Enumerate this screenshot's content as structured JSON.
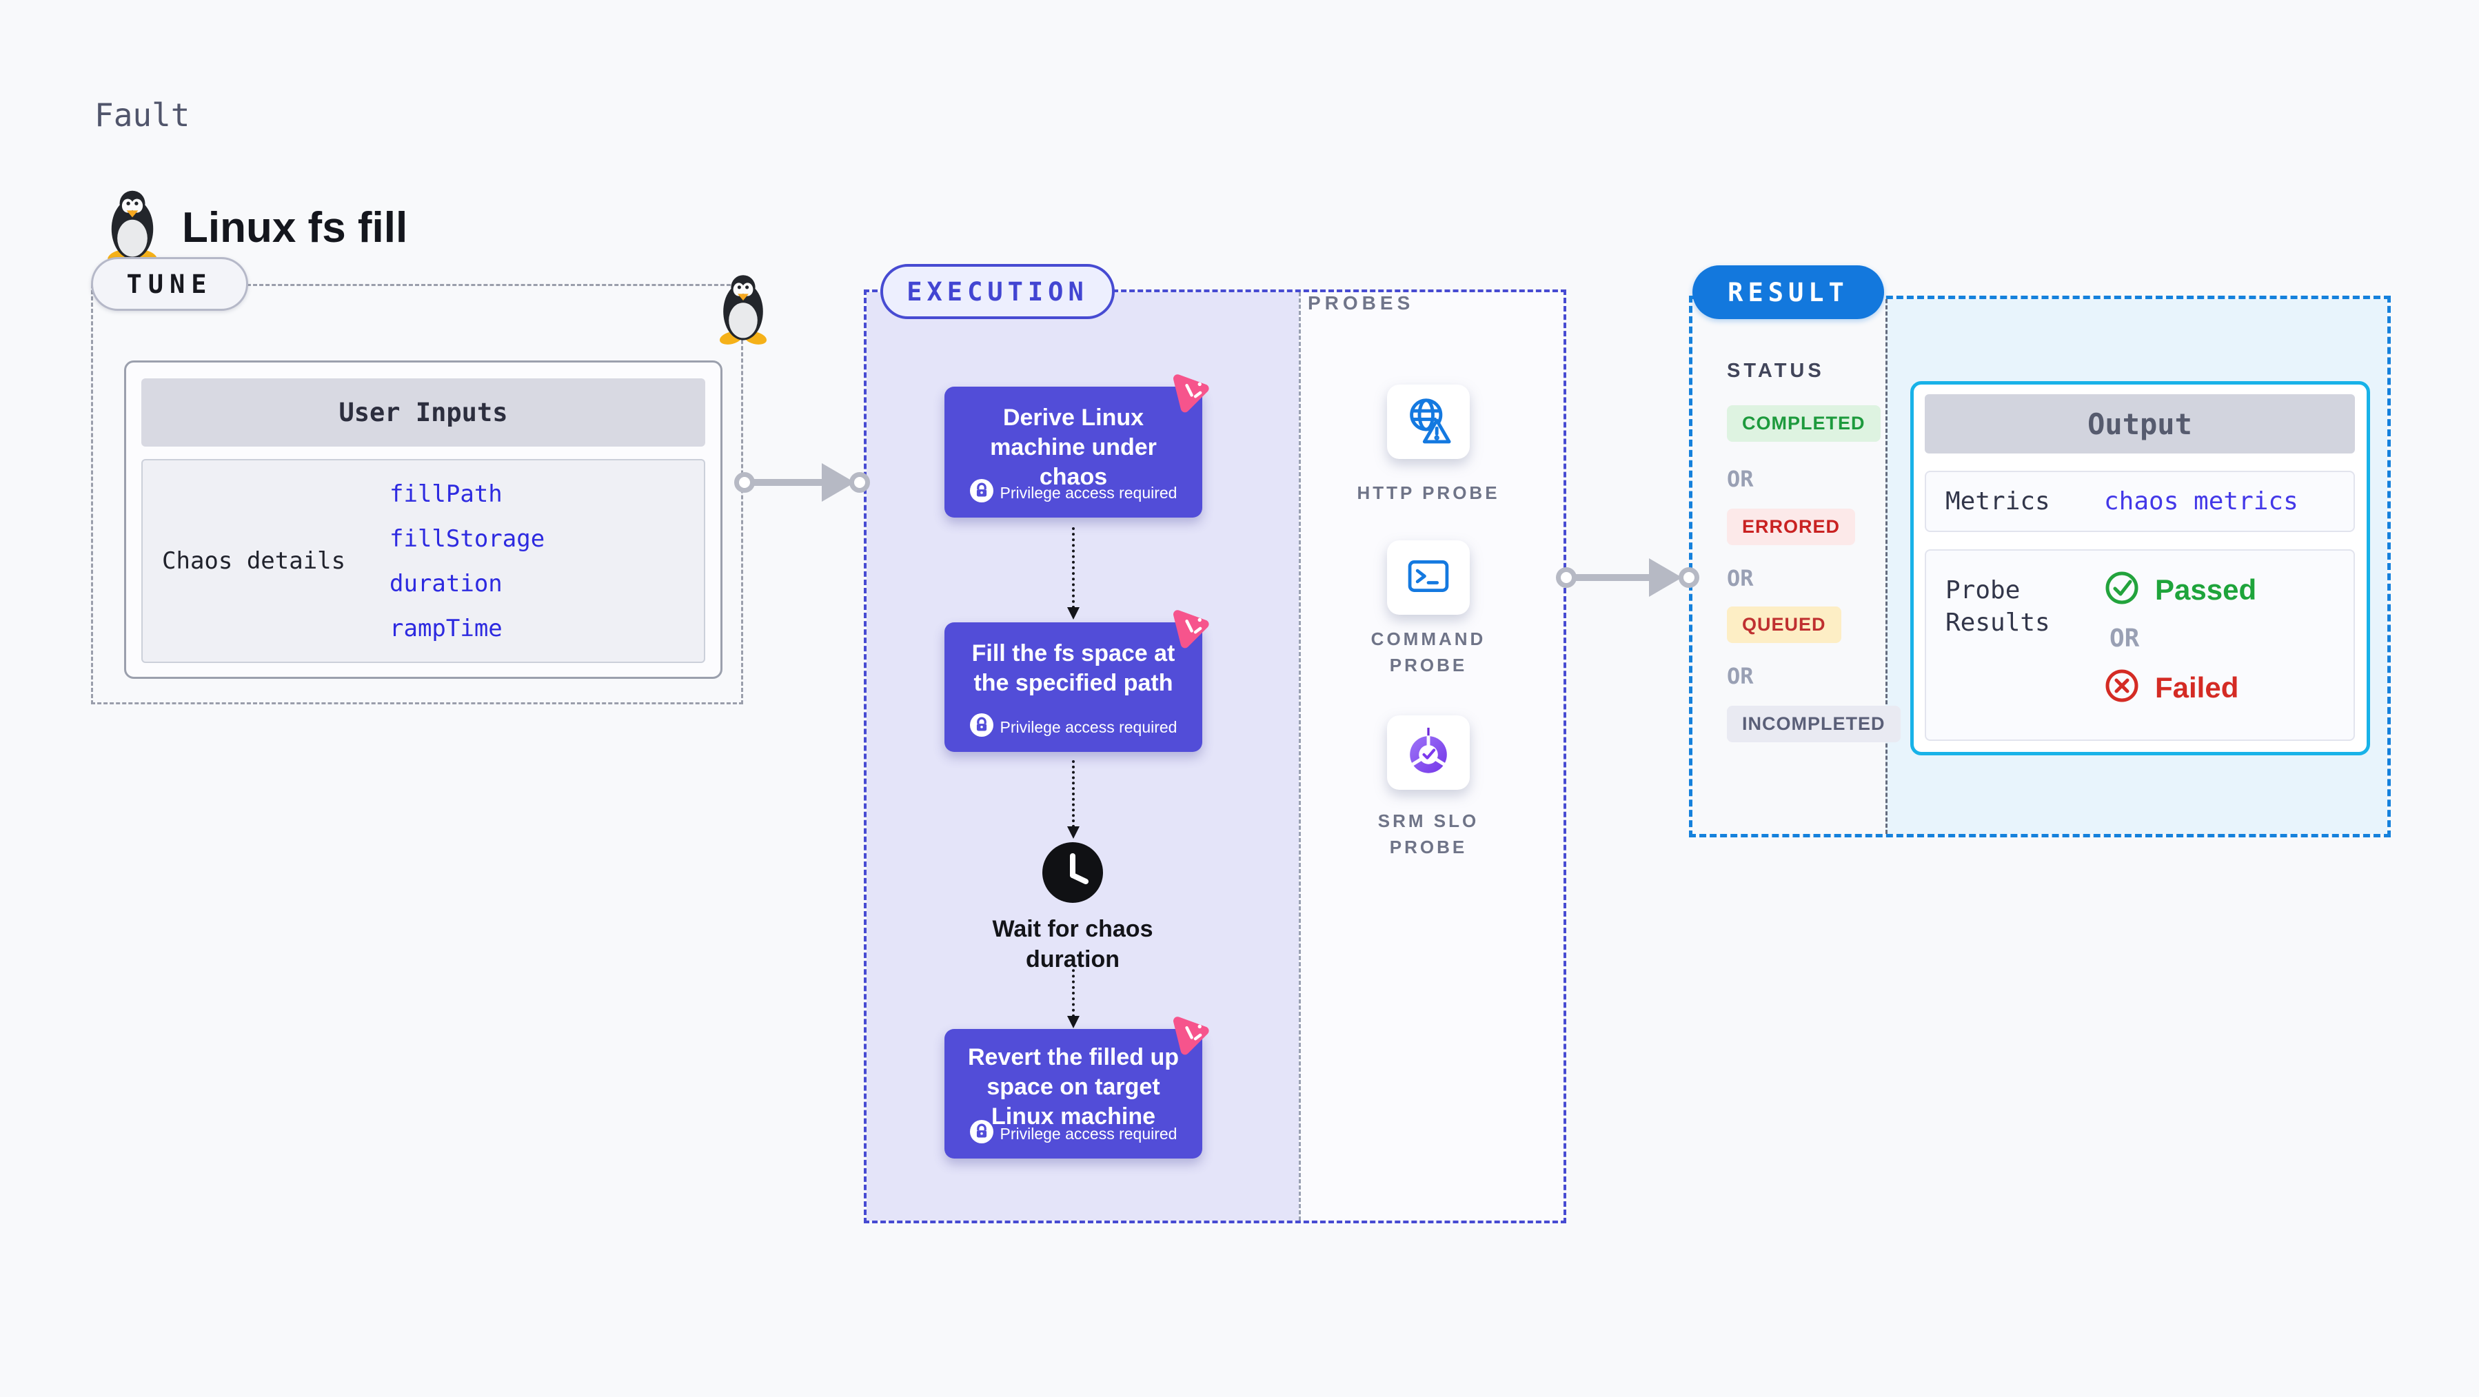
{
  "colors": {
    "page_bg": "#f8f9fb",
    "accent_indigo": "#474bd2",
    "accent_blue": "#1378dd",
    "accent_cyan": "#18b2e8",
    "step_card_bg": "#524dd8",
    "chaos_badge_pink": "#f6548c",
    "probe_icon_blue": "#1479e0",
    "param_blue": "#2d2ae0",
    "metrics_value_blue": "#4338e8",
    "completed_green": "#1d9a3d",
    "errored_red": "#c92222",
    "queued_red": "#bf3030",
    "incompleted_gray": "#5a5f78",
    "passed_green": "#22a33c",
    "failed_red": "#d42b24"
  },
  "header": {
    "category": "Fault",
    "title": "Linux fs fill"
  },
  "tune": {
    "pill": "TUNE",
    "table": {
      "title": "User Inputs",
      "row_label": "Chaos details",
      "params": [
        "fillPath",
        "fillStorage",
        "duration",
        "rampTime"
      ]
    }
  },
  "execution": {
    "pill": "EXECUTION",
    "steps": [
      {
        "title": "Derive Linux machine under chaos",
        "note": "Privilege access required"
      },
      {
        "title": "Fill the fs space at the specified path",
        "note": "Privilege access required"
      },
      {
        "title": "Revert the filled up space on target Linux machine",
        "note": "Privilege access required"
      }
    ],
    "wait_label": "Wait for chaos duration"
  },
  "probes": {
    "title": "PROBES",
    "items": [
      {
        "label": "HTTP PROBE"
      },
      {
        "label": "COMMAND PROBE"
      },
      {
        "label": "SRM SLO PROBE"
      }
    ]
  },
  "result": {
    "pill": "RESULT",
    "status_title": "STATUS",
    "or": "OR",
    "statuses": [
      "COMPLETED",
      "ERRORED",
      "QUEUED",
      "INCOMPLETED"
    ],
    "output": {
      "title": "Output",
      "metrics_label": "Metrics",
      "metrics_value": "chaos metrics",
      "probe_results_label": "Probe Results",
      "passed": "Passed",
      "or": "OR",
      "failed": "Failed"
    }
  }
}
